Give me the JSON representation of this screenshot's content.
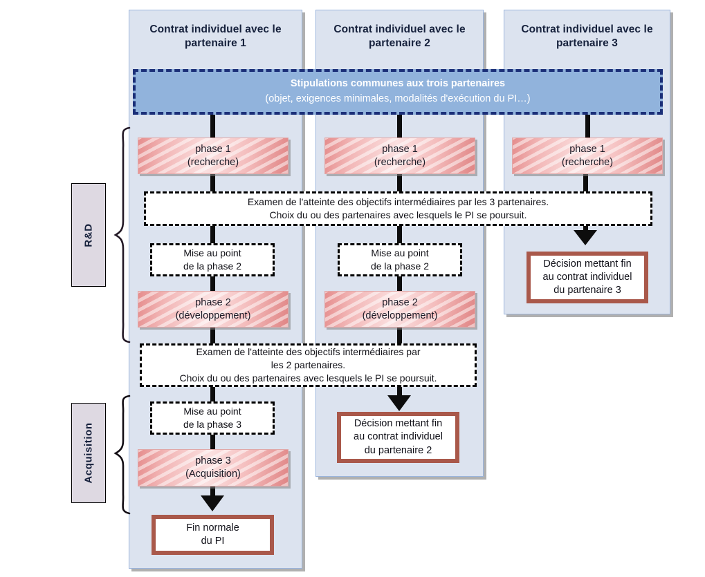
{
  "diagram": {
    "title_implicit": "Partenariat d'innovation - phases et contrats individuels",
    "colors": {
      "column_bg": "#dce3ef",
      "column_border": "#9ab4dc",
      "banner_bg": "#91b3dc",
      "banner_border": "#1b2f78",
      "phase_fill_light": "#fbe0e0",
      "phase_fill_dark": "#e08585",
      "decision_border": "#a9584a",
      "connector": "#0d0d0d",
      "side_label_bg": "#ded9e2"
    }
  },
  "columns": [
    {
      "id": "col1",
      "header": "Contrat individuel avec le partenaire 1"
    },
    {
      "id": "col2",
      "header": "Contrat individuel avec le partenaire 2"
    },
    {
      "id": "col3",
      "header": "Contrat individuel avec le partenaire 3"
    }
  ],
  "banner": {
    "line1": "Stipulations communes aux trois partenaires",
    "line2": "(objet, exigences minimales, modalités d'exécution du PI…)"
  },
  "phases": {
    "phase1_col1": {
      "line1": "phase 1",
      "line2": "(recherche)"
    },
    "phase1_col2": {
      "line1": "phase 1",
      "line2": "(recherche)"
    },
    "phase1_col3": {
      "line1": "phase 1",
      "line2": "(recherche)"
    },
    "phase2_col1": {
      "line1": "phase 2",
      "line2": "(développement)"
    },
    "phase2_col2": {
      "line1": "phase 2",
      "line2": "(développement)"
    },
    "phase3_col1": {
      "line1": "phase 3",
      "line2": "(Acquisition)"
    }
  },
  "examinations": {
    "exam_3_partenaires": {
      "line1": "Examen de l'atteinte des objectifs intermédiaires par les 3 partenaires.",
      "line2": "Choix du ou des partenaires avec lesquels le PI se poursuit."
    },
    "exam_2_partenaires": {
      "line1": "Examen de l'atteinte des objectifs intermédiaires par",
      "line2": "les 2 partenaires.",
      "line3": "Choix du ou des partenaires avec lesquels le PI se poursuit."
    }
  },
  "tuning": {
    "mise_phase2_col1": {
      "line1": "Mise au point",
      "line2": "de la phase 2"
    },
    "mise_phase2_col2": {
      "line1": "Mise au point",
      "line2": "de la phase 2"
    },
    "mise_phase3_col1": {
      "line1": "Mise au point",
      "line2": "de la phase 3"
    }
  },
  "decisions": {
    "fin_partenaire3": {
      "line1": "Décision mettant fin",
      "line2": "au contrat individuel",
      "line3": "du partenaire 3"
    },
    "fin_partenaire2": {
      "line1": "Décision mettant fin",
      "line2": "au contrat individuel",
      "line3": "du partenaire 2"
    },
    "fin_normale": {
      "line1": "Fin normale",
      "line2": "du PI"
    }
  },
  "side_labels": {
    "rd": "R&D",
    "acquisition": "Acquisition"
  }
}
